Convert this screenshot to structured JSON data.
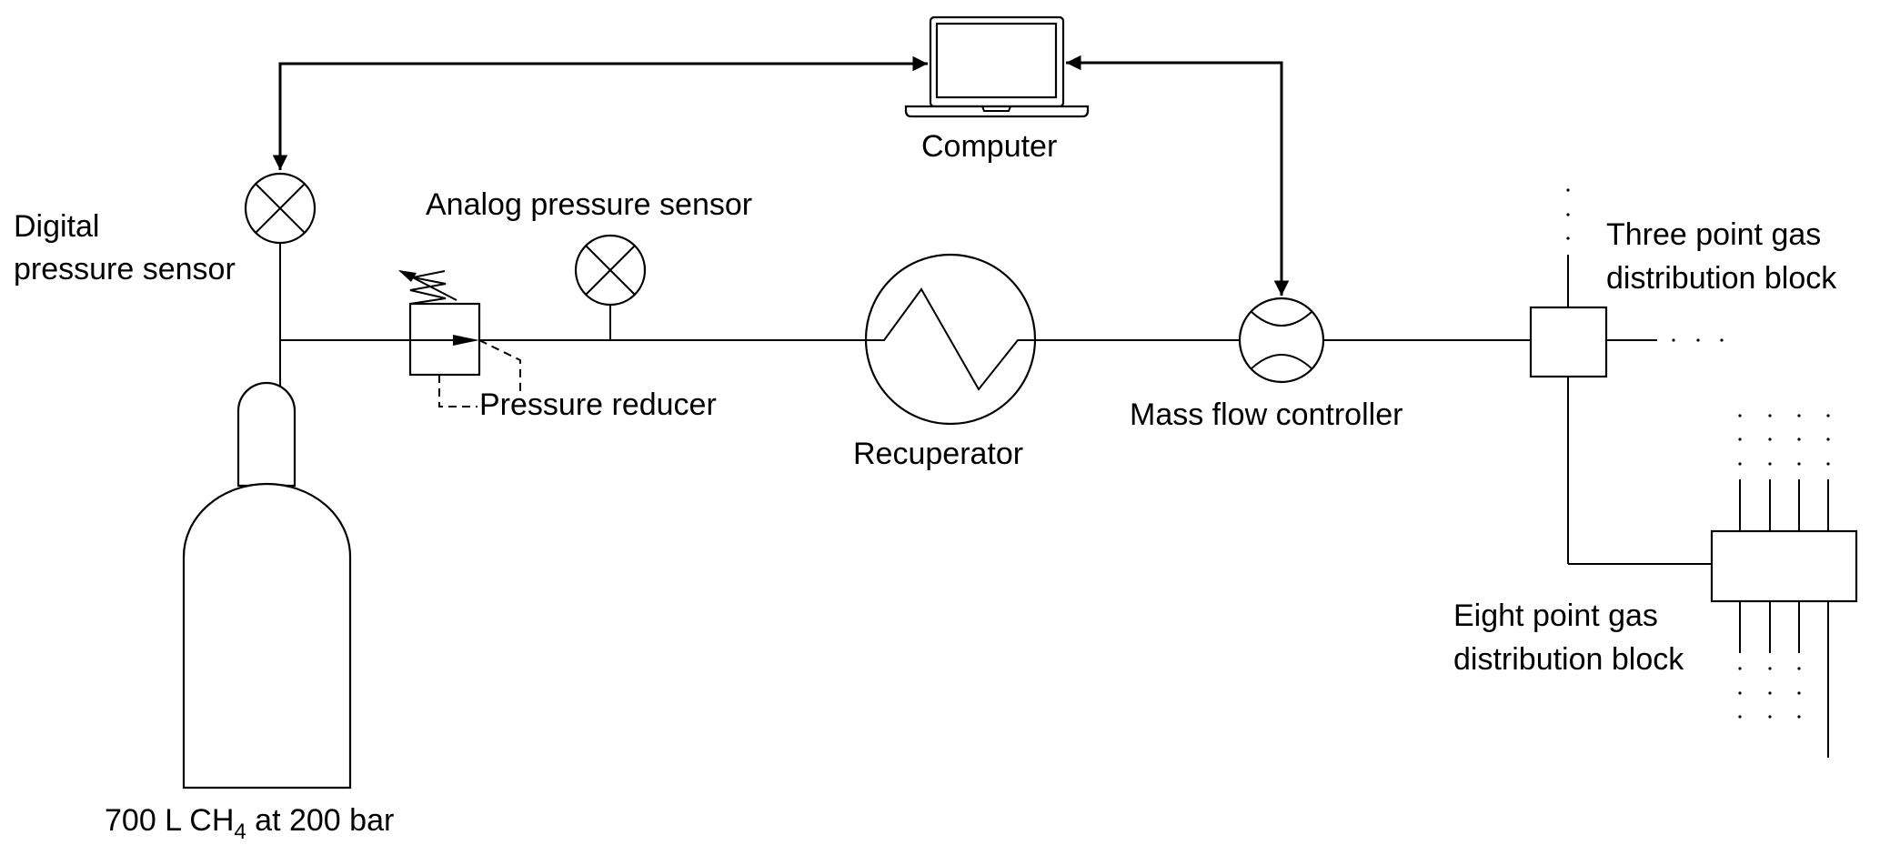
{
  "diagram": {
    "type": "process-flow-schematic",
    "labels": {
      "computer": "Computer",
      "digital_sensor_line1": "Digital",
      "digital_sensor_line2": "pressure sensor",
      "analog_sensor": "Analog pressure sensor",
      "pressure_reducer": "Pressure reducer",
      "recuperator": "Recuperator",
      "mass_flow_controller": "Mass flow controller",
      "three_point_line1": "Three point gas",
      "three_point_line2": "distribution block",
      "eight_point_line1": "Eight point gas",
      "eight_point_line2": "distribution block",
      "tank_prefix": "700 L CH",
      "tank_subscript": "4",
      "tank_suffix": " at 200 bar"
    },
    "components": [
      {
        "id": "gas-cylinder",
        "icon": "gas-cylinder-icon",
        "label": "700 L CH4 at 200 bar"
      },
      {
        "id": "digital-pressure-sensor",
        "icon": "pressure-gauge-icon",
        "label": "Digital pressure sensor"
      },
      {
        "id": "pressure-reducer",
        "icon": "pressure-reducer-valve-icon",
        "label": "Pressure reducer"
      },
      {
        "id": "analog-pressure-sensor",
        "icon": "pressure-gauge-icon",
        "label": "Analog pressure sensor"
      },
      {
        "id": "recuperator",
        "icon": "heat-exchanger-icon",
        "label": "Recuperator"
      },
      {
        "id": "mass-flow-controller",
        "icon": "flow-meter-icon",
        "label": "Mass flow controller"
      },
      {
        "id": "three-point-block",
        "icon": "distribution-block-icon",
        "label": "Three point gas distribution block"
      },
      {
        "id": "eight-point-block",
        "icon": "distribution-block-icon",
        "label": "Eight point gas distribution block"
      },
      {
        "id": "computer",
        "icon": "laptop-icon",
        "label": "Computer"
      }
    ],
    "connections": [
      {
        "from": "gas-cylinder",
        "to": "pressure-reducer",
        "kind": "pipe"
      },
      {
        "from": "pressure-reducer",
        "to": "recuperator",
        "kind": "pipe"
      },
      {
        "from": "recuperator",
        "to": "mass-flow-controller",
        "kind": "pipe"
      },
      {
        "from": "mass-flow-controller",
        "to": "three-point-block",
        "kind": "pipe"
      },
      {
        "from": "three-point-block",
        "to": "eight-point-block",
        "kind": "pipe"
      },
      {
        "from": "computer",
        "to": "digital-pressure-sensor",
        "kind": "signal",
        "bidirectional": true
      },
      {
        "from": "computer",
        "to": "mass-flow-controller",
        "kind": "signal",
        "bidirectional": true
      }
    ]
  }
}
